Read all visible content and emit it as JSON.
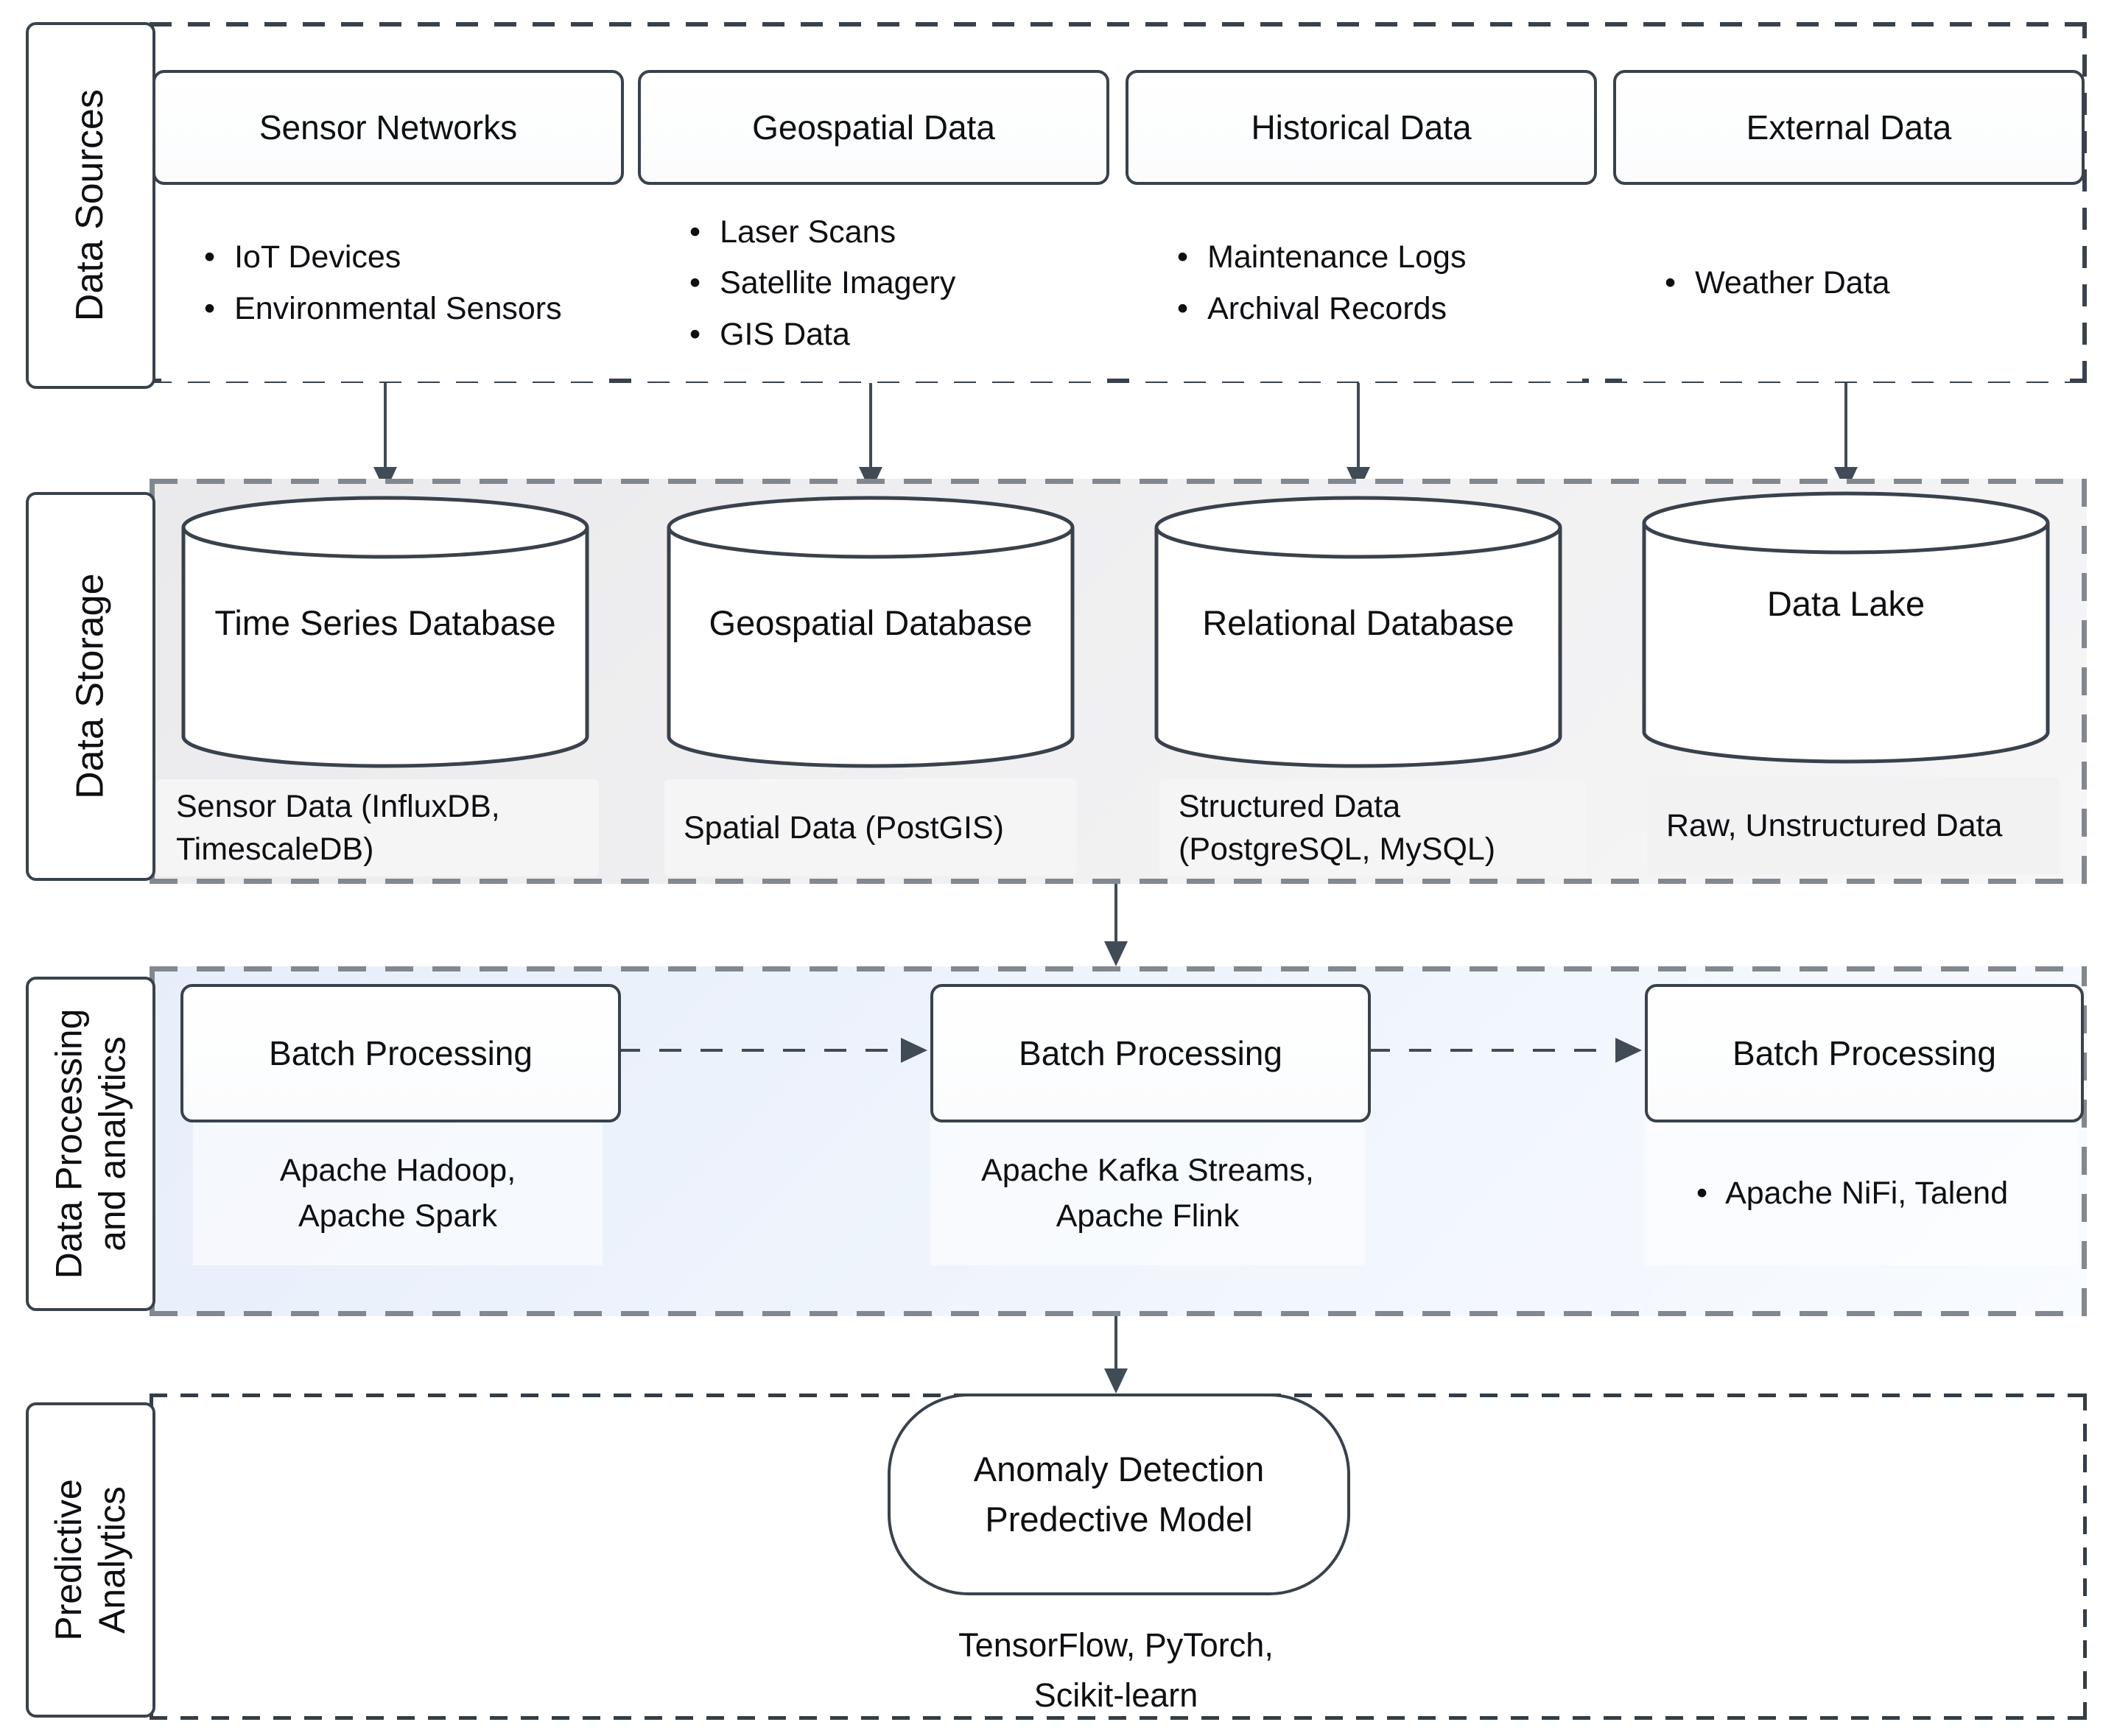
{
  "diagram": {
    "colors": {
      "line_dark": "#39424c",
      "band_dash_gray": "#82888f",
      "storage_band_bg": "#ededee",
      "processing_band_bg": "#e9effb",
      "caption_panel_bg": "#f5f5f6"
    },
    "bands": [
      {
        "label_lines": [
          "Data Sources"
        ],
        "columns": [
          {
            "header": "Sensor Networks",
            "items": [
              "IoT Devices",
              "Environmental Sensors"
            ]
          },
          {
            "header": "Geospatial Data",
            "items": [
              "Laser Scans",
              "Satellite Imagery",
              "GIS Data"
            ]
          },
          {
            "header": "Historical Data",
            "items": [
              "Maintenance Logs",
              "Archival Records"
            ]
          },
          {
            "header": "External Data",
            "items": [
              "Weather Data"
            ]
          }
        ]
      },
      {
        "label_lines": [
          "Data Storage"
        ],
        "stores": [
          {
            "name": "Time Series Database",
            "caption": "Sensor Data (InfluxDB, TimescaleDB)"
          },
          {
            "name": "Geospatial Database",
            "caption": "Spatial Data (PostGIS)"
          },
          {
            "name": "Relational Database",
            "caption": "Structured Data (PostgreSQL, MySQL)"
          },
          {
            "name": "Data Lake",
            "caption": "Raw, Unstructured Data"
          }
        ]
      },
      {
        "label_lines": [
          "Data Processing",
          "and analytics"
        ],
        "groups": [
          {
            "header": "Batch Processing",
            "tool_lines": [
              "Apache Hadoop,",
              "Apache Spark"
            ]
          },
          {
            "header": "Batch Processing",
            "tool_lines": [
              "Apache Kafka Streams,",
              "Apache Flink"
            ]
          },
          {
            "header": "Batch Processing",
            "tool_bullet": "Apache NiFi, Talend"
          }
        ]
      },
      {
        "label_lines": [
          "Predictive",
          "Analytics"
        ],
        "model_lines": [
          "Anomaly Detection",
          "Predective Model"
        ],
        "tools_lines": [
          "TensorFlow, PyTorch,",
          "Scikit-learn"
        ]
      }
    ]
  }
}
